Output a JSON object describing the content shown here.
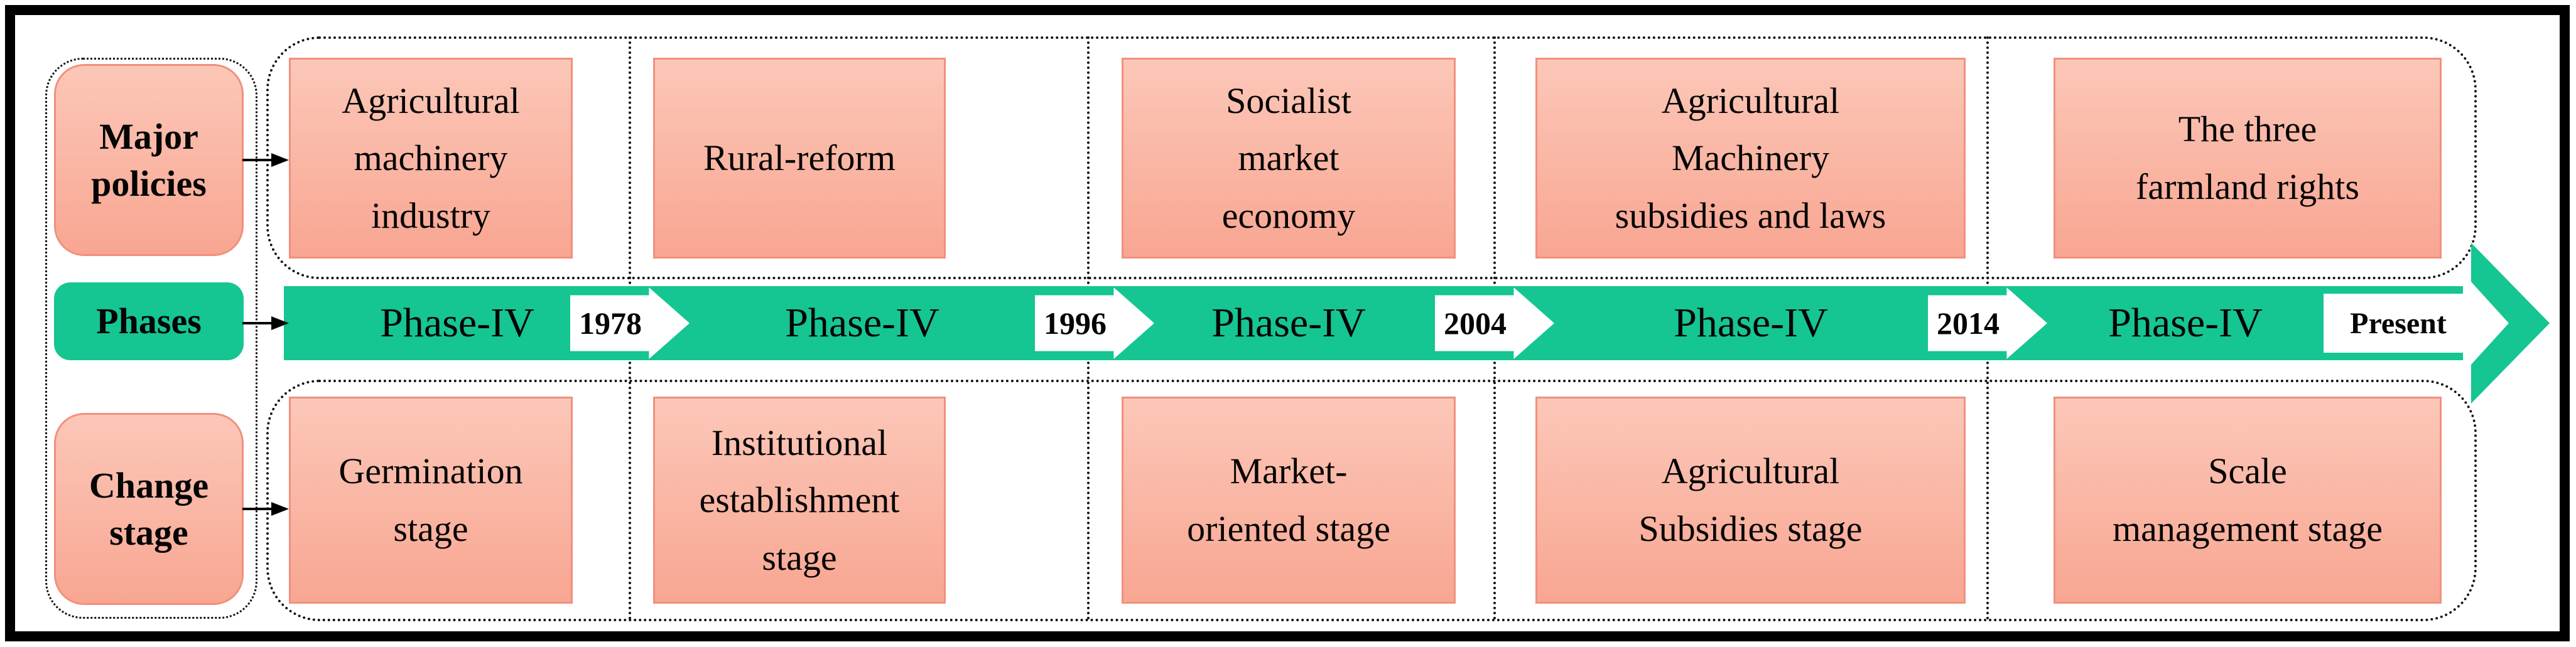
{
  "sidebar": {
    "major_policies_label": "Major\npolicies",
    "phases_label": "Phases",
    "change_stage_label": "Change\nstage"
  },
  "timeline": {
    "phase_labels": [
      "Phase-IV",
      "Phase-IV",
      "Phase-IV",
      "Phase-IV",
      "Phase-IV"
    ],
    "year_markers": [
      "1978",
      "1996",
      "2004",
      "2014"
    ],
    "end_marker": "Present"
  },
  "major_policies": [
    "Agricultural\nmachinery\nindustry",
    "Rural-reform",
    "Socialist\nmarket\neconomy",
    "Agricultural\nMachinery\nsubsidies and laws",
    "The three\nfarmland rights"
  ],
  "change_stages": [
    "Germination\nstage",
    "Institutional\nestablishment\nstage",
    "Market-\noriented stage",
    "Agricultural\nSubsidies stage",
    "Scale\nmanagement stage"
  ],
  "colors": {
    "green": "#15C592",
    "pink-top": "#FCC7B8",
    "pink-bottom": "#F8A692",
    "pink-border": "#F0907E",
    "line": "#111111"
  }
}
